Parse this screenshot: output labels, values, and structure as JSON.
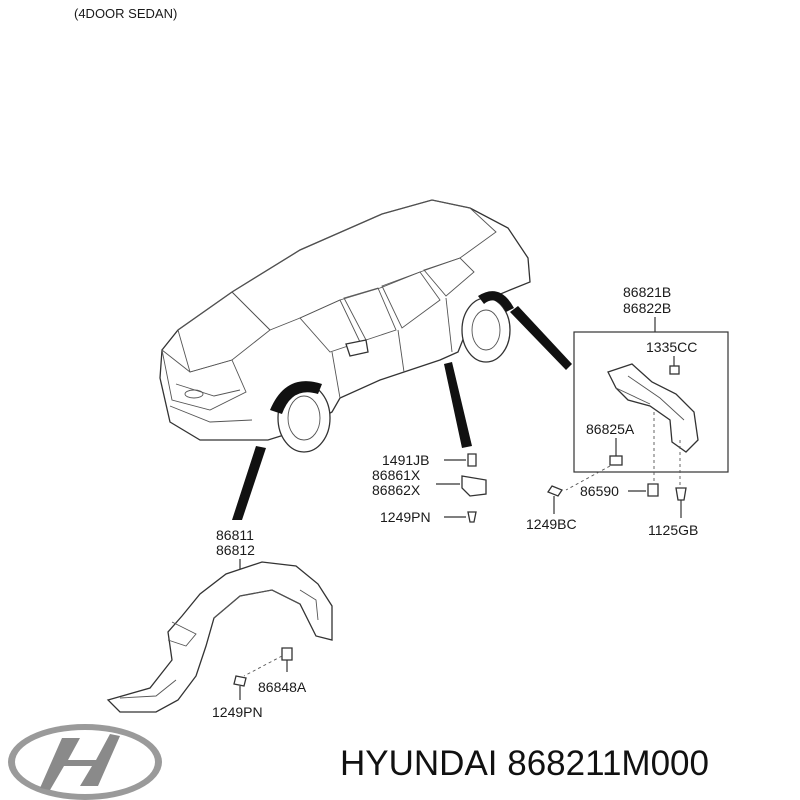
{
  "header": {
    "variant": "(4DOOR SEDAN)"
  },
  "callouts": {
    "rear_guard_pair": [
      "86821B",
      "86822B"
    ],
    "clip_1335": "1335CC",
    "bracket_86825": "86825A",
    "nut_86590": "86590",
    "screw_1249bc": "1249BC",
    "bolt_1125gb": "1125GB",
    "clip_1491": "1491JB",
    "bracket_86861": "86861X",
    "bracket_86862": "86862X",
    "screw_1249pn_mid": "1249PN",
    "front_guard_pair": [
      "86811",
      "86812"
    ],
    "clip_86848": "86848A",
    "screw_1249pn_front": "1249PN"
  },
  "footer": {
    "brand_logo": "hyundai-logo",
    "part_number": "HYUNDAI 868211M000"
  },
  "colors": {
    "line": "#333333",
    "text": "#1a1a1a",
    "logo": "#8a8a8a"
  }
}
